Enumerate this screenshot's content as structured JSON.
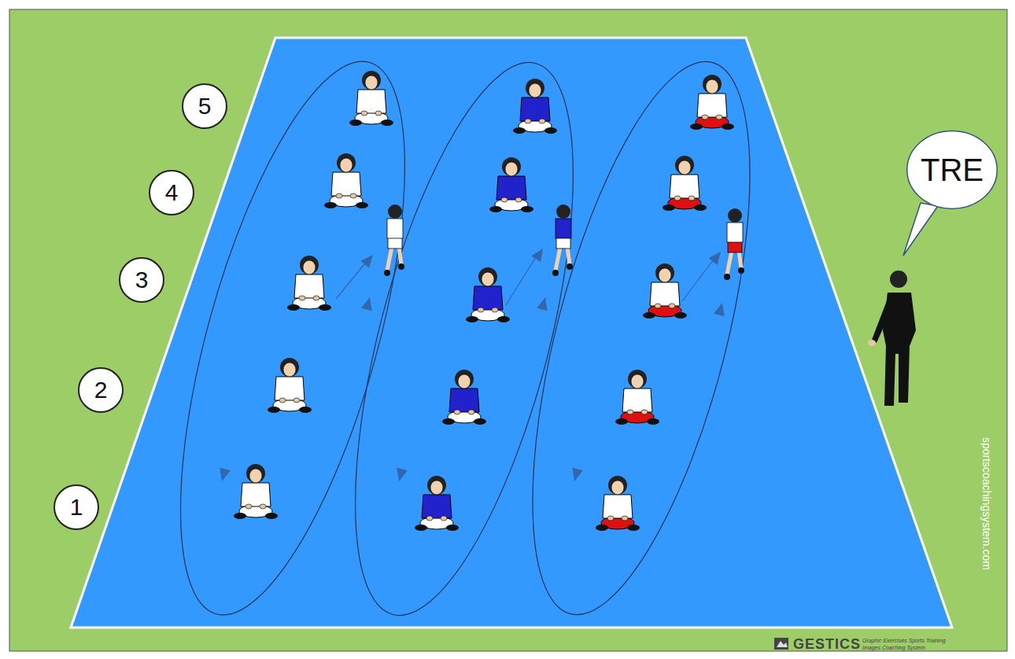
{
  "diagram": {
    "nodes": [
      {
        "text": [
          "5"
        ]
      },
      {
        "text": [
          "4"
        ]
      },
      {
        "text": [
          "3"
        ]
      },
      {
        "text": [
          "2"
        ]
      },
      {
        "text": [
          "1"
        ]
      },
      {
        "text": [
          "TRE"
        ]
      }
    ],
    "labels": [
      "sportscoachingsystem.com",
      "GESTICS",
      "Graphic Exercises Sports Training Images Coaching System"
    ]
  }
}
